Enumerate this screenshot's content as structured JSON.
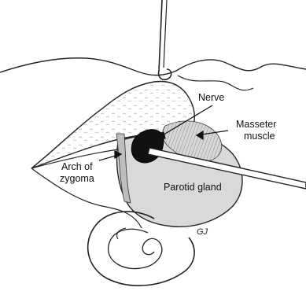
{
  "figure": {
    "labels": {
      "nerve": "Nerve",
      "masseter_line1": "Masseter",
      "masseter_line2": "muscle",
      "arch_line1": "Arch of",
      "arch_line2": "zygoma",
      "parotid": "Parotid gland"
    },
    "signature": "GJ"
  }
}
